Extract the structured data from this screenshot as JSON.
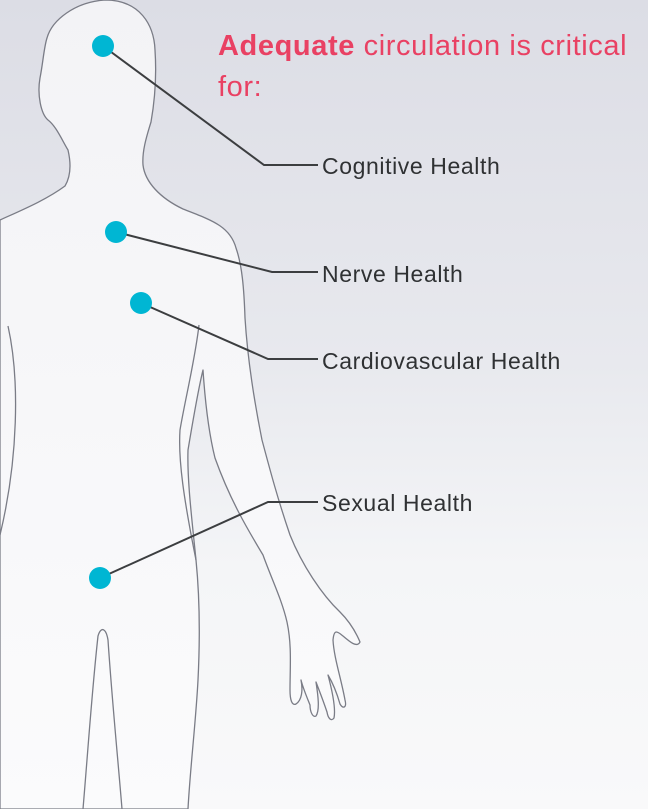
{
  "heading": {
    "emphasis": "Adequate",
    "text": " circulation is critical for:"
  },
  "labels": [
    "Cognitive Health",
    "Nerve Health",
    "Cardiovascular Health",
    "Sexual Health"
  ],
  "colors": {
    "heading": "#e94163",
    "marker": "#00b6d3",
    "leader_line": "#3c3e40",
    "body_outline": "#7a7c86",
    "body_fill": "#f5f5f8",
    "label_text": "#2f3133"
  }
}
